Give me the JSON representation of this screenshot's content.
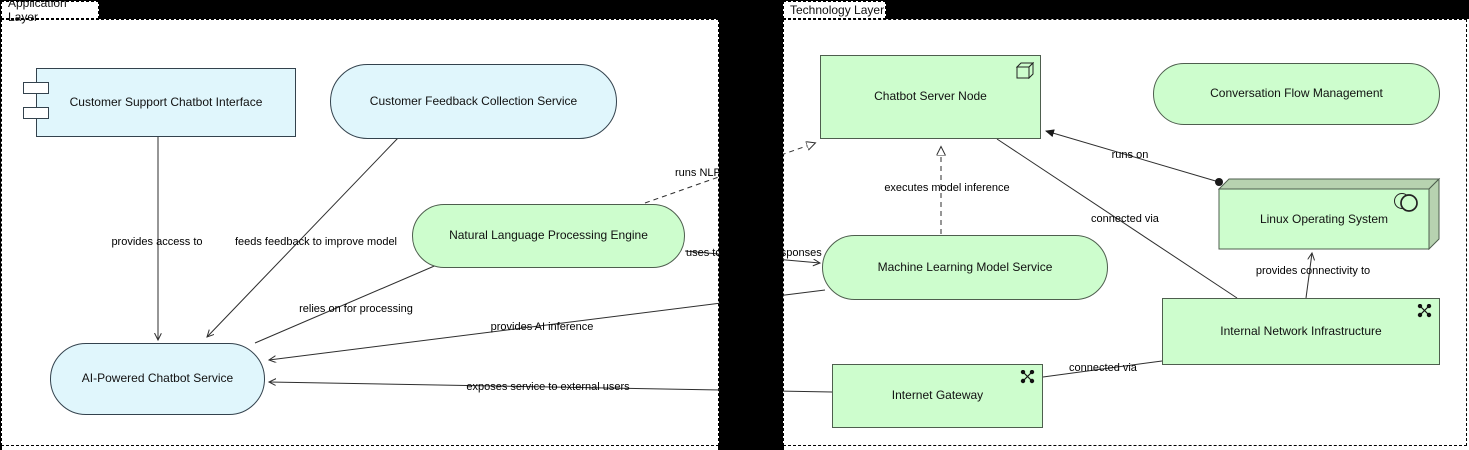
{
  "groups": {
    "application": {
      "label": "Application Layer"
    },
    "technology": {
      "label": "Technology Layer"
    }
  },
  "elements": {
    "customer_support_chatbot_interface": {
      "label": "Customer Support Chatbot Interface",
      "type": "application-component"
    },
    "customer_feedback_collection_service": {
      "label": "Customer Feedback Collection Service",
      "type": "application-service"
    },
    "natural_language_processing_engine": {
      "label": "Natural Language Processing Engine",
      "type": "application-service"
    },
    "ai_powered_chatbot_service": {
      "label": "AI-Powered Chatbot Service",
      "type": "application-service"
    },
    "chatbot_server_node": {
      "label": "Chatbot Server Node",
      "type": "node"
    },
    "conversation_flow_management": {
      "label": "Conversation Flow Management",
      "type": "technology-service"
    },
    "machine_learning_model_service": {
      "label": "Machine Learning Model Service",
      "type": "technology-service"
    },
    "linux_operating_system": {
      "label": "Linux Operating System",
      "type": "system-software"
    },
    "internal_network_infrastructure": {
      "label": "Internal Network Infrastructure",
      "type": "communication-network"
    },
    "internet_gateway": {
      "label": "Internet Gateway",
      "type": "communication-network"
    }
  },
  "relationships": {
    "provides_access_to": {
      "label": "provides access to"
    },
    "feeds_feedback": {
      "label": "feeds feedback to improve model"
    },
    "relies_on": {
      "label": "relies on for processing"
    },
    "uses_to_generate": {
      "label": "uses to generate responses"
    },
    "runs_nlp": {
      "label": "runs NLP"
    },
    "provides_ai_inference": {
      "label": "provides AI inference"
    },
    "exposes_service": {
      "label": "exposes service to external users"
    },
    "executes_model_inference": {
      "label": "executes model inference"
    },
    "runs_on": {
      "label": "runs on"
    },
    "connected_via_node": {
      "label": "connected via"
    },
    "provides_connectivity": {
      "label": "provides connectivity to"
    },
    "connected_via_gateway": {
      "label": "connected via"
    }
  },
  "colors": {
    "canvas_background": "#000000",
    "group_fill": "#ffffff",
    "application_element_fill": "#e0f6fc",
    "technology_element_fill": "#cdfdcd",
    "relationship_line": "#2e2e2e"
  }
}
